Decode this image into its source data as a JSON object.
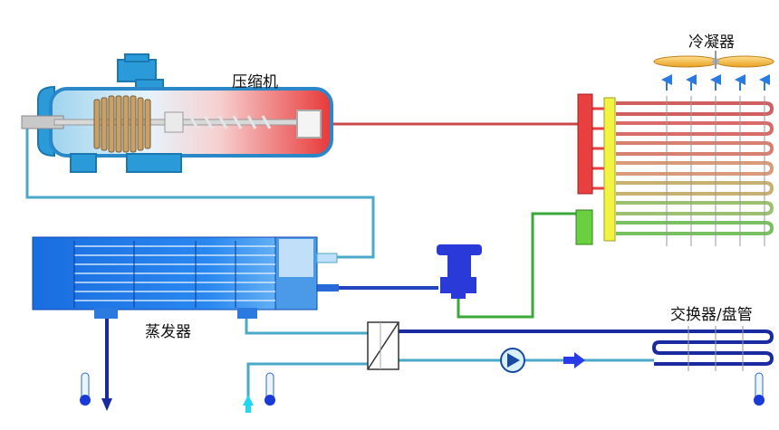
{
  "labels": {
    "compressor": "压缩机",
    "condenser": "冷凝器",
    "evaporator": "蒸发器",
    "exchanger": "交换器/盘管"
  },
  "colors": {
    "hot_pipe": "#c84a4a",
    "cold_pipe": "#4aa8c8",
    "liquid_pipe": "#3aa83a",
    "evaporator_blue": "#1566d8",
    "loop_navy": "#1a2aa0",
    "header_red": "#e84040",
    "header_yellow": "#f2f240",
    "header_green": "#6ad040",
    "fan_orange": "#f0b030",
    "arrow_blue": "#2a7ae0",
    "arrow_cyan": "#20d8f0"
  }
}
